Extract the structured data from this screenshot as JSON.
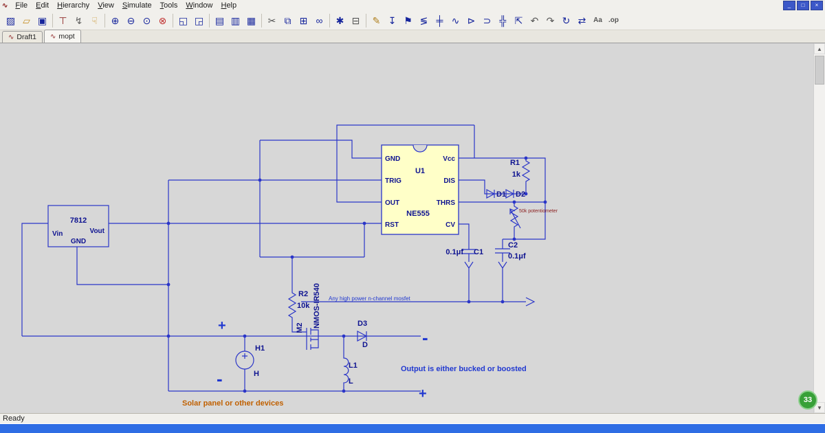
{
  "app": {
    "icon_glyph": "∿"
  },
  "menubar": {
    "items": [
      "File",
      "Edit",
      "Hierarchy",
      "View",
      "Simulate",
      "Tools",
      "Window",
      "Help"
    ]
  },
  "window_controls": [
    {
      "name": "minimize",
      "glyph": "_"
    },
    {
      "name": "restore",
      "glyph": "□"
    },
    {
      "name": "close",
      "glyph": "×"
    }
  ],
  "toolbar": {
    "groups": [
      [
        {
          "name": "new-schematic",
          "glyph": "▨"
        },
        {
          "name": "open",
          "glyph": "▱",
          "color": "#c8922a"
        },
        {
          "name": "save",
          "glyph": "▣"
        }
      ],
      [
        {
          "name": "probe",
          "glyph": "⊤",
          "color": "#8b2020"
        },
        {
          "name": "run",
          "glyph": "↯",
          "color": "#606060"
        },
        {
          "name": "halt",
          "glyph": "☟",
          "color": "#c8922a"
        }
      ],
      [
        {
          "name": "zoom-in",
          "glyph": "⊕"
        },
        {
          "name": "zoom-out",
          "glyph": "⊖"
        },
        {
          "name": "zoom-full",
          "glyph": "⊙"
        },
        {
          "name": "zoom-area",
          "glyph": "⊗",
          "color": "#c03030"
        }
      ],
      [
        {
          "name": "pan",
          "glyph": "◱"
        },
        {
          "name": "zoom-extents",
          "glyph": "◲"
        }
      ],
      [
        {
          "name": "tile-horizontal",
          "glyph": "▤"
        },
        {
          "name": "tile-vertical",
          "glyph": "▥"
        },
        {
          "name": "cascade-windows",
          "glyph": "▦"
        }
      ],
      [
        {
          "name": "cut",
          "glyph": "✂",
          "color": "#555555"
        },
        {
          "name": "copy",
          "glyph": "⧉"
        },
        {
          "name": "paste",
          "glyph": "⊞"
        },
        {
          "name": "find",
          "glyph": "∞"
        }
      ],
      [
        {
          "name": "spice-netlist",
          "glyph": "✱"
        },
        {
          "name": "print",
          "glyph": "⊟",
          "color": "#555555"
        }
      ],
      [
        {
          "name": "draw-wire",
          "glyph": "✎",
          "color": "#b08020"
        },
        {
          "name": "place-ground",
          "glyph": "↧"
        },
        {
          "name": "label-net",
          "glyph": "⚑"
        },
        {
          "name": "place-resistor",
          "glyph": "≶"
        },
        {
          "name": "place-capacitor",
          "glyph": "╪"
        },
        {
          "name": "place-inductor",
          "glyph": "∿"
        },
        {
          "name": "place-diode",
          "glyph": "⊳"
        },
        {
          "name": "place-component",
          "glyph": "⊃"
        },
        {
          "name": "move",
          "glyph": "╬"
        },
        {
          "name": "drag",
          "glyph": "⇱"
        },
        {
          "name": "undo",
          "glyph": "↶",
          "color": "#555555"
        },
        {
          "name": "redo",
          "glyph": "↷",
          "color": "#555555"
        },
        {
          "name": "rotate",
          "glyph": "↻"
        },
        {
          "name": "mirror",
          "glyph": "⇄"
        },
        {
          "name": "place-text",
          "glyph": "Aa",
          "color": "#555555"
        },
        {
          "name": "spice-directive",
          "glyph": ".op",
          "color": "#555555"
        }
      ]
    ]
  },
  "tabs": [
    {
      "label": "Draft1",
      "active": false
    },
    {
      "label": "mopt",
      "active": true
    }
  ],
  "tab_icon_glyph": "∿",
  "scrollbar": {
    "up": "▲",
    "down": "▼"
  },
  "statusbar": {
    "text": "Ready"
  },
  "badge": {
    "value": "33"
  },
  "colors": {
    "wire": "#2a35c8",
    "ic_fill": "#ffffc8",
    "note_orange": "#c06000",
    "note_blue": "#2038d0",
    "pot_note_red": "#8b2020",
    "badge_green": "#38a038",
    "footer_blue": "#2e6de4"
  },
  "schematic": {
    "ic555": {
      "ref": "U1",
      "part": "NE555",
      "pins_left": [
        "GND",
        "TRIG",
        "OUT",
        "RST"
      ],
      "pins_right": [
        "Vcc",
        "DIS",
        "THRS",
        "CV"
      ]
    },
    "regulator": {
      "part": "7812",
      "pin_in": "Vin",
      "pin_out": "Vout",
      "pin_gnd": "GND"
    },
    "r1": {
      "ref": "R1",
      "value": "1k"
    },
    "r2": {
      "ref": "R2",
      "value": "10k"
    },
    "c1": {
      "ref": "C1",
      "value": "0.1μf"
    },
    "c2": {
      "ref": "C2",
      "value": "0.1μf"
    },
    "d1": {
      "ref": "D1"
    },
    "d2": {
      "ref": "D2"
    },
    "d3": {
      "ref": "D3",
      "pin": "D"
    },
    "l1": {
      "ref": "L1",
      "pin": "L"
    },
    "h1": {
      "ref": "H1",
      "pin": "H"
    },
    "m2": {
      "ref": "M2",
      "part": "NMOS-IR540"
    },
    "pot_note": "50k potentiometer",
    "mosfet_note": "Any high power n-channel mosfet",
    "source_note": "Solar panel or other devices",
    "output_note": "Output is either bucked or boosted",
    "terminals": {
      "in_plus": "+",
      "in_minus": "-",
      "out_minus": "-",
      "out_plus": "+"
    }
  }
}
